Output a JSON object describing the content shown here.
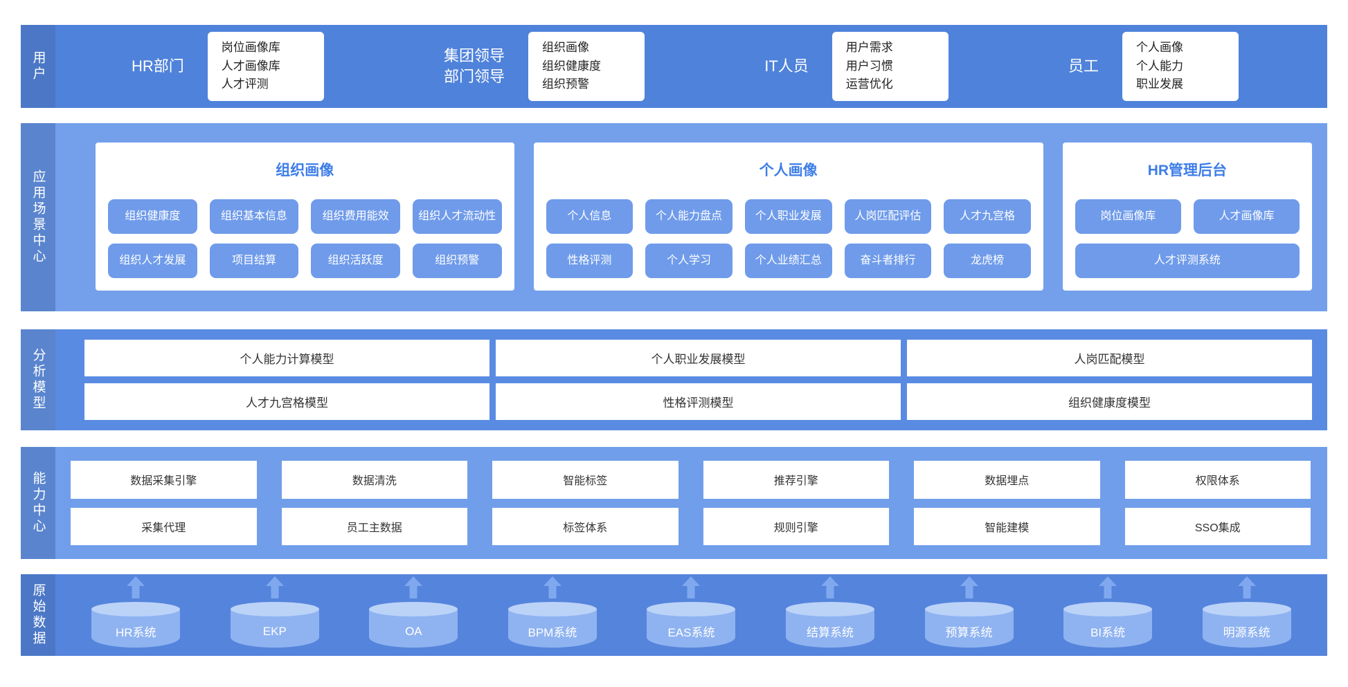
{
  "colors": {
    "band_dark": "#4F82DA",
    "band_light": "#74A0EB",
    "band_mid": "#5A8BE3",
    "band_raw": "#5584DC",
    "label_dark": "#4B77C6",
    "label_mid": "#5A85CE",
    "chip": "#6F9BEA",
    "panel_title": "#3D7DE8",
    "cylinder": "#8FB3F1",
    "cylinder_top": "#BCD3F8",
    "white": "#FFFFFF"
  },
  "layers": {
    "users": {
      "label": "用户",
      "groups": [
        {
          "role": "HR部门",
          "items": [
            "岗位画像库",
            "人才画像库",
            "人才评测"
          ]
        },
        {
          "role": "集团领导\n部门领导",
          "items": [
            "组织画像",
            "组织健康度",
            "组织预警"
          ]
        },
        {
          "role": "IT人员",
          "items": [
            "用户需求",
            "用户习惯",
            "运营优化"
          ]
        },
        {
          "role": "员工",
          "items": [
            "个人画像",
            "个人能力",
            "职业发展"
          ]
        }
      ]
    },
    "scenario": {
      "label": "应用场景中心",
      "panels": [
        {
          "title": "组织画像",
          "rows": [
            [
              "组织健康度",
              "组织基本信息",
              "组织费用能效",
              "组织人才流动性"
            ],
            [
              "组织人才发展",
              "项目结算",
              "组织活跃度",
              "组织预警"
            ]
          ]
        },
        {
          "title": "个人画像",
          "rows": [
            [
              "个人信息",
              "个人能力盘点",
              "个人职业发展",
              "人岗匹配评估",
              "人才九宫格"
            ],
            [
              "性格评测",
              "个人学习",
              "个人业绩汇总",
              "奋斗者排行",
              "龙虎榜"
            ]
          ]
        },
        {
          "title": "HR管理后台",
          "rows": [
            [
              "岗位画像库",
              "人才画像库"
            ],
            [
              "人才评测系统"
            ]
          ]
        }
      ]
    },
    "models": {
      "label": "分析模型",
      "rows": [
        [
          "个人能力计算模型",
          "个人职业发展模型",
          "人岗匹配模型"
        ],
        [
          "人才九宫格模型",
          "性格评测模型",
          "组织健康度模型"
        ]
      ]
    },
    "capabilities": {
      "label": "能力中心",
      "rows": [
        [
          "数据采集引擎",
          "数据清洗",
          "智能标签",
          "推荐引擎",
          "数据埋点",
          "权限体系"
        ],
        [
          "采集代理",
          "员工主数据",
          "标签体系",
          "规则引擎",
          "智能建模",
          "SSO集成"
        ]
      ]
    },
    "raw_data": {
      "label": "原始数据",
      "systems": [
        "HR系统",
        "EKP",
        "OA",
        "BPM系统",
        "EAS系统",
        "结算系统",
        "预算系统",
        "BI系统",
        "明源系统"
      ]
    }
  }
}
